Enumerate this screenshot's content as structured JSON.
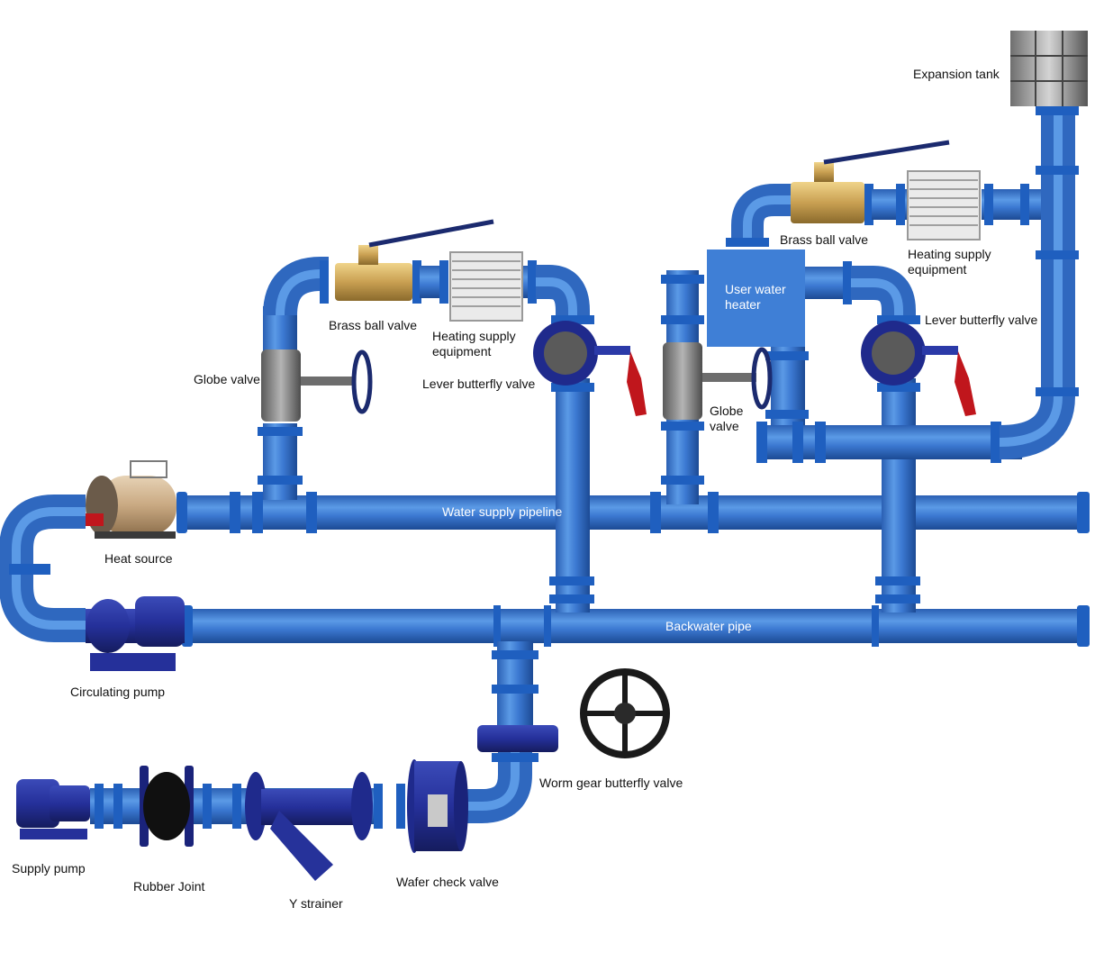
{
  "labels": {
    "expansion_tank": "Expansion tank",
    "brass_ball_valve_left": "Brass ball valve",
    "brass_ball_valve_right": "Brass ball valve",
    "heating_supply_left": "Heating supply equipment",
    "heating_supply_right": "Heating supply equipment",
    "globe_valve_left": "Globe valve",
    "globe_valve_right": "Globe valve",
    "lever_butterfly_left": "Lever butterfly valve",
    "lever_butterfly_right": "Lever butterfly valve",
    "user_water_heater": "User water heater",
    "water_supply_pipeline": "Water supply pipeline",
    "backwater_pipe": "Backwater pipe",
    "heat_source": "Heat source",
    "circulating_pump": "Circulating pump",
    "worm_gear_butterfly": "Worm gear butterfly valve",
    "supply_pump": "Supply pump",
    "rubber_joint": "Rubber Joint",
    "y_strainer": "Y strainer",
    "wafer_check_valve": "Wafer check valve"
  },
  "colors": {
    "pipe": "#3d7ad4",
    "pipe_dark": "#1d4f9e",
    "flange": "#1f5fbf",
    "bolt": "#c9d6ec",
    "brass": "#c9a052",
    "steel": "#7d7d7d",
    "heater": "#3f7fd6",
    "handle_red": "#c0161c",
    "valve_blue": "#26329a"
  }
}
